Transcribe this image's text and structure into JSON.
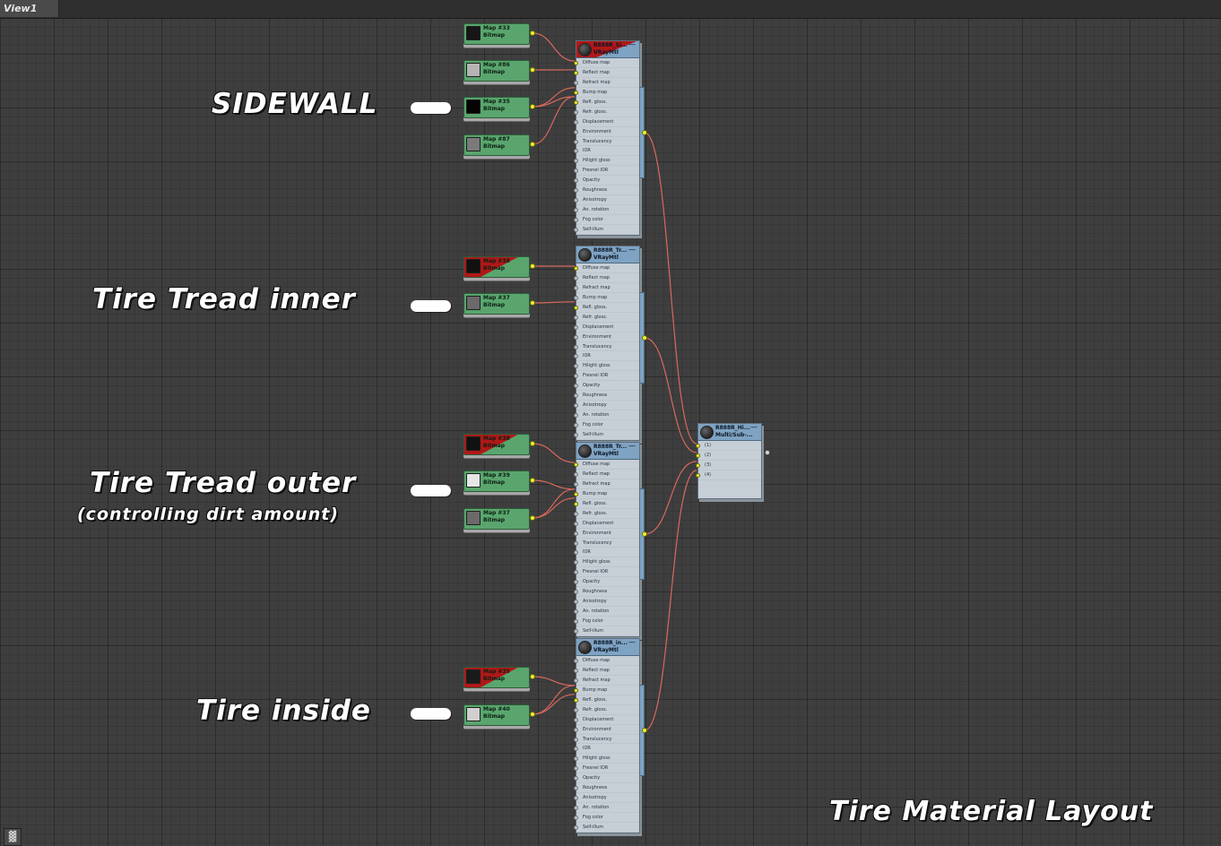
{
  "tab": {
    "label": "View1"
  },
  "labels": {
    "sidewall": "SIDEWALL",
    "tread_inner": "Tire Tread inner",
    "tread_outer": "Tire Tread outer",
    "tread_outer_note": "(controlling dirt amount)",
    "inside": "Tire inside",
    "layout_title": "Tire Material Layout"
  },
  "bitmaps": [
    {
      "name": "Map #33",
      "type": "Bitmap",
      "swatch": "#161616",
      "red": false
    },
    {
      "name": "Map #86",
      "type": "Bitmap",
      "swatch": "#b4b4b4",
      "red": false
    },
    {
      "name": "Map #35",
      "type": "Bitmap",
      "swatch": "#050505",
      "red": false
    },
    {
      "name": "Map #87",
      "type": "Bitmap",
      "swatch": "#7a7a7a",
      "red": false
    },
    {
      "name": "Map #38",
      "type": "Bitmap",
      "swatch": "#111111",
      "red": true
    },
    {
      "name": "Map #37",
      "type": "Bitmap",
      "swatch": "#6a6a6a",
      "red": false
    },
    {
      "name": "Map #38",
      "type": "Bitmap",
      "swatch": "#111111",
      "red": true
    },
    {
      "name": "Map #39",
      "type": "Bitmap",
      "swatch": "#e6e6e6",
      "red": false
    },
    {
      "name": "Map #37",
      "type": "Bitmap",
      "swatch": "#6a6a6a",
      "red": false
    },
    {
      "name": "Map #35",
      "type": "Bitmap",
      "swatch": "#1a1a1a",
      "red": true
    },
    {
      "name": "Map #40",
      "type": "Bitmap",
      "swatch": "#cfcfcf",
      "red": false
    }
  ],
  "materials": [
    {
      "name": "R888R_Si...",
      "type": "VRayMtl",
      "red": true
    },
    {
      "name": "R888R_Tr...",
      "type": "VRayMtl",
      "red": false
    },
    {
      "name": "R888R_Tr...",
      "type": "VRayMtl",
      "red": false
    },
    {
      "name": "R888R_in...",
      "type": "VRayMtl",
      "red": false
    }
  ],
  "slots": [
    "Diffuse map",
    "Reflect map",
    "Refract map",
    "Bump map",
    "Refl. gloss.",
    "Refr. gloss.",
    "Displacement",
    "Environment",
    "Translucency",
    "IOR",
    "Hilight gloss",
    "Fresnel IOR",
    "Opacity",
    "Roughness",
    "Anisotropy",
    "An. rotation",
    "Fog color",
    "Self-illum"
  ],
  "multi": {
    "name": "R888R_Hi...",
    "type": "Multi/Sub-...",
    "slots": [
      "(1)",
      "(2)",
      "(3)",
      "(4)"
    ]
  },
  "minimize_glyph": "—",
  "corner_glyph": "▓",
  "colors": {
    "wire": "#d9685e",
    "socket": "#eaf22c",
    "bitmap": "#5aa56e",
    "material_header": "#7fa3c3",
    "error_red": "#b01818"
  }
}
